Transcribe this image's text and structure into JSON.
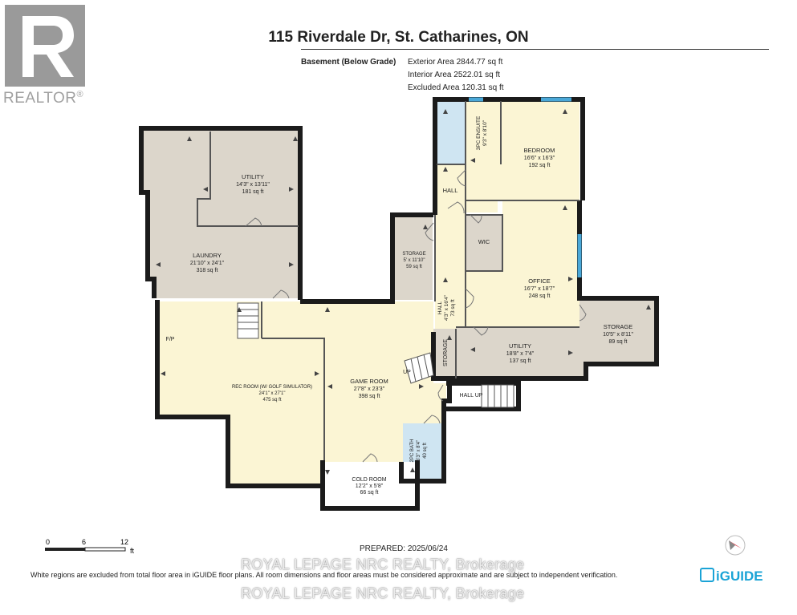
{
  "header": {
    "title": "115 Riverdale Dr, St. Catharines, ON",
    "level_name": "Basement (Below Grade)",
    "exterior_area": "Exterior Area 2844.77 sq ft",
    "interior_area": "Interior Area 2522.01 sq ft",
    "excluded_area": "Excluded Area 120.31 sq ft"
  },
  "branding": {
    "realtor_word": "REALTOR",
    "realtor_mark": "®",
    "iguide_word": "iGUIDE",
    "watermark": "ROYAL LEPAGE NRC REALTY, Brokerage"
  },
  "rooms": {
    "utility_top": {
      "name": "UTILITY",
      "dims": "14'3\" x 13'11\"",
      "area": "181 sq ft"
    },
    "laundry": {
      "name": "LAUNDRY",
      "dims": "21'10\" x 24'1\"",
      "area": "318 sq ft"
    },
    "storage_small": {
      "name": "STORAGE",
      "dims": "5' x 11'10\"",
      "area": "59 sq ft"
    },
    "hall_top": {
      "name": "HALL"
    },
    "ensuite": {
      "name": "3PC ENSUITE",
      "dims": "9'3\" x 8'10\""
    },
    "bedroom": {
      "name": "BEDROOM",
      "dims": "16'6\" x 16'3\"",
      "area": "192 sq ft"
    },
    "wic": {
      "name": "WIC"
    },
    "office": {
      "name": "OFFICE",
      "dims": "16'7\" x 18'7\"",
      "area": "248 sq ft"
    },
    "hall_mid": {
      "name": "HALL",
      "dims": "4'3\" x 16'4\"",
      "area": "73 sq ft"
    },
    "storage_right": {
      "name": "STORAGE",
      "dims": "10'5\" x 8'11\"",
      "area": "89 sq ft"
    },
    "utility_bottom": {
      "name": "UTILITY",
      "dims": "18'8\" x 7'4\"",
      "area": "137 sq ft"
    },
    "storage_mid": {
      "name": "STORAGE"
    },
    "rec_room": {
      "name": "REC ROOM (W/ GOLF SIMULATOR)",
      "dims": "24'1\" x 27'1\"",
      "area": "475 sq ft"
    },
    "fp": {
      "name": "F/P"
    },
    "game_room": {
      "name": "GAME ROOM",
      "dims": "27'8\" x 23'3\"",
      "area": "398 sq ft"
    },
    "up_left": {
      "name": "UP"
    },
    "hall_up": {
      "name": "HALL UP"
    },
    "bath_2pc": {
      "name": "2PC BATH",
      "dims": "5'3\" x 8'4\"",
      "area": "40 sq ft"
    },
    "cold_room": {
      "name": "COLD ROOM",
      "dims": "12'2\" x 5'8\"",
      "area": "66 sq ft"
    }
  },
  "scale": {
    "t0": "0",
    "t1": "6",
    "t2": "12",
    "unit": "ft"
  },
  "compass": {
    "label": "N"
  },
  "footer": {
    "prepared": "PREPARED: 2025/06/24",
    "disclaimer": "White regions are excluded from total floor area in iGUIDE floor plans. All room dimensions and floor areas must be considered approximate and are subject to independent verification."
  },
  "colors": {
    "wall": "#1b1b1b",
    "floor_grey": "#dcd6cb",
    "floor_yellow": "#fbf5d4",
    "floor_blue": "#cfe5f2",
    "window_blue": "#4aa8d8",
    "iguide_blue": "#1aa3d6"
  }
}
